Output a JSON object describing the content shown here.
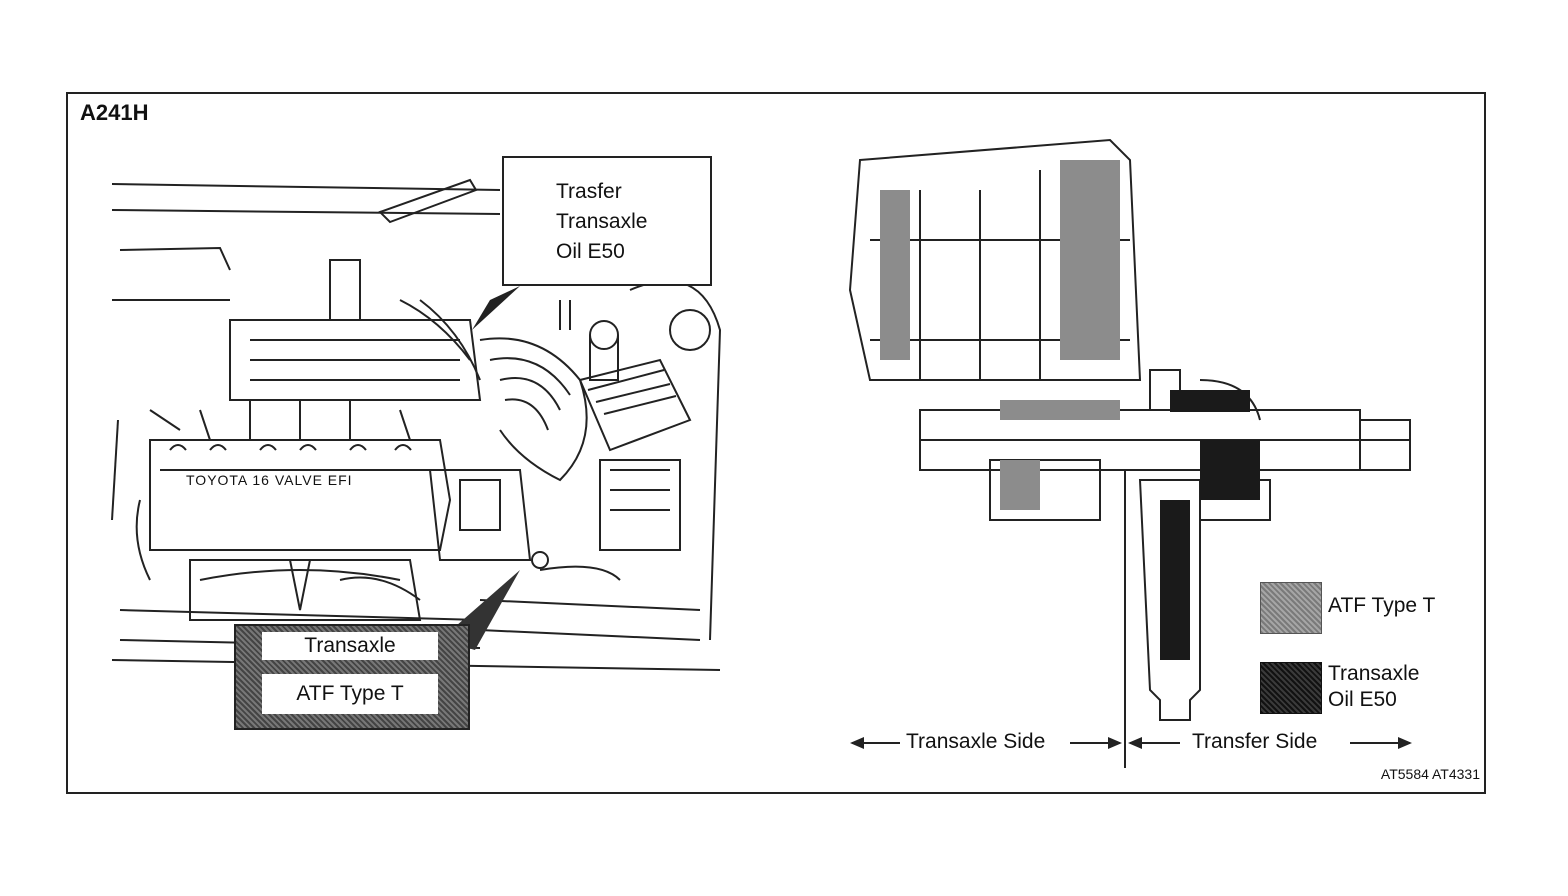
{
  "figure": {
    "model_label": "A241H",
    "figure_code": "AT5584  AT4331"
  },
  "engine_view": {
    "engine_cover_text": "TOYOTA     16 VALVE EFI",
    "callout_transfer": [
      "Trasfer",
      "Transaxle",
      "Oil E50"
    ],
    "callout_transaxle": {
      "line1": "Transaxle",
      "line2": "ATF Type T"
    }
  },
  "cutaway_view": {
    "legend": [
      {
        "label_lines": [
          "ATF Type T"
        ],
        "swatch": "grey-hatched"
      },
      {
        "label_lines": [
          "Transaxle",
          "Oil E50"
        ],
        "swatch": "black-hatched"
      }
    ],
    "side_labels": {
      "left": "Transaxle Side",
      "right": "Transfer Side"
    }
  },
  "colors": {
    "line": "#222222",
    "atf": "#8c8c8c",
    "e50": "#1a1a1a"
  }
}
